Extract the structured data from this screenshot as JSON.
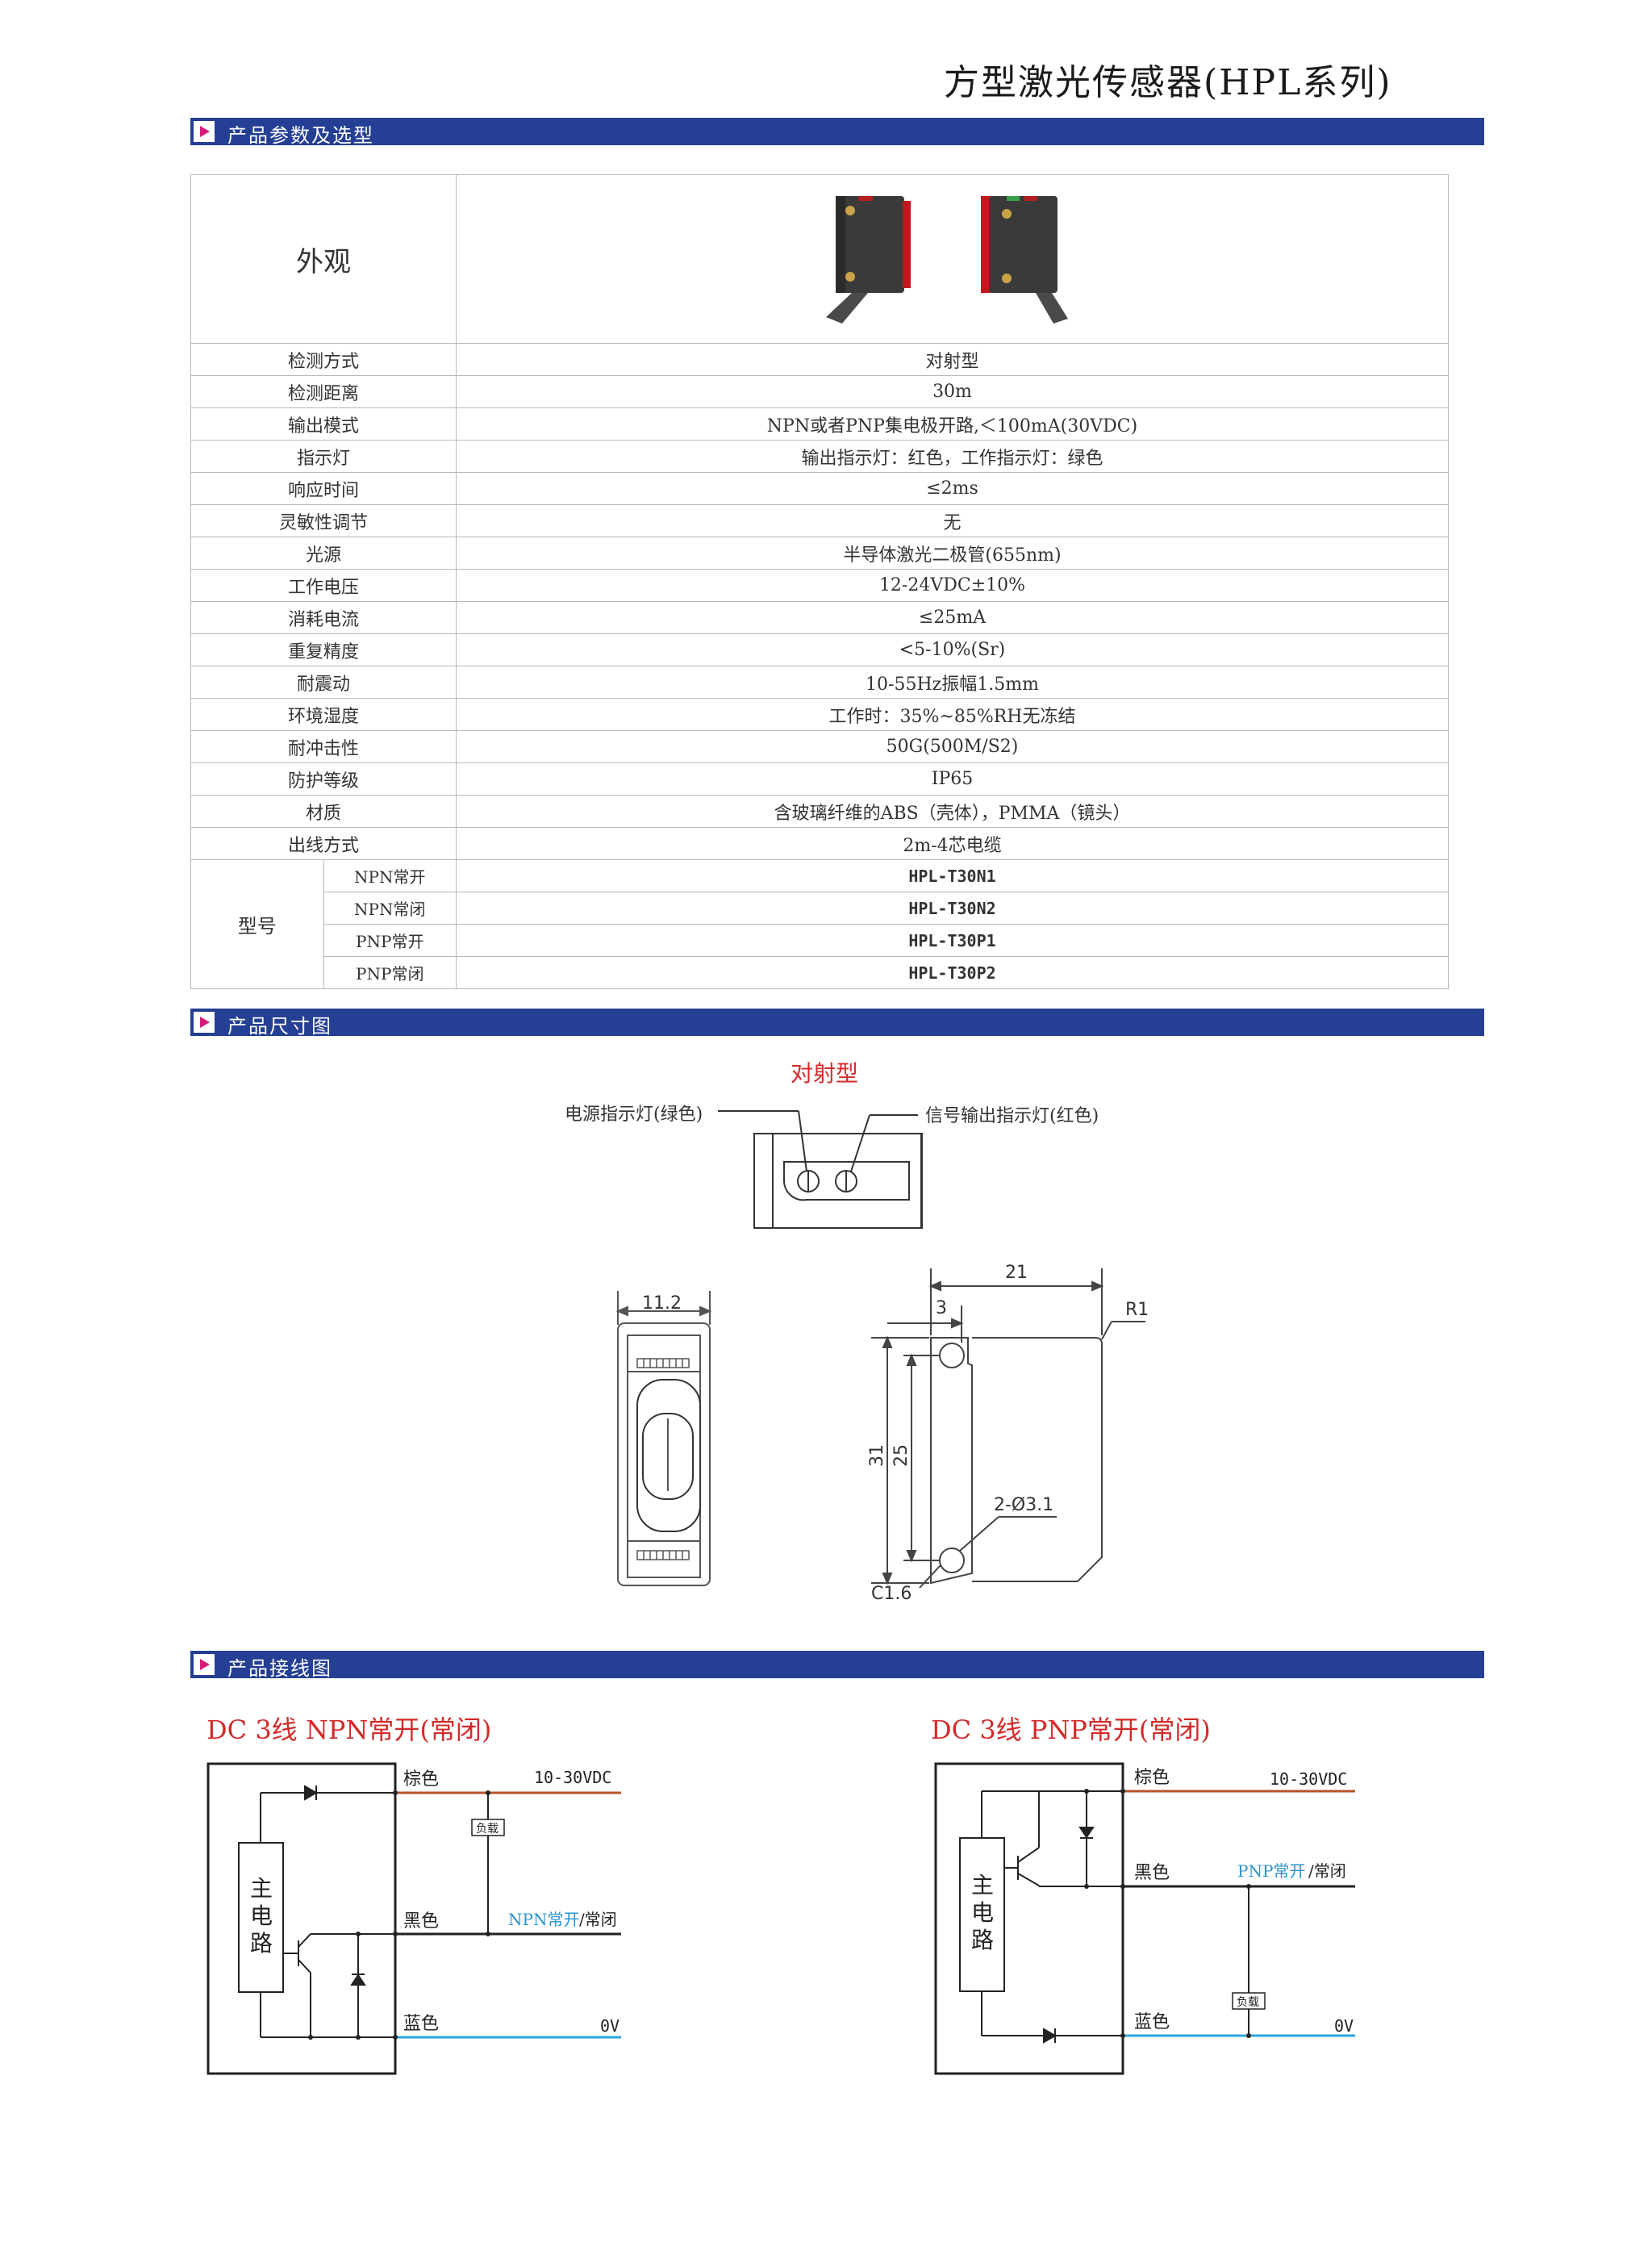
{
  "header": {
    "title": "方型激光传感器(HPL系列)"
  },
  "sections": {
    "params": "产品参数及选型",
    "dims": "产品尺寸图",
    "wiring": "产品接线图"
  },
  "spec_table": {
    "appearance_label": "外观",
    "rows": [
      {
        "label": "检测方式",
        "value": "对射型"
      },
      {
        "label": "检测距离",
        "value": "30m"
      },
      {
        "label": "输出模式",
        "value": "NPN或者PNP集电极开路,＜100mA(30VDC)"
      },
      {
        "label": "指示灯",
        "value": "输出指示灯：红色，工作指示灯：绿色"
      },
      {
        "label": "响应时间",
        "value": "≤2ms"
      },
      {
        "label": "灵敏性调节",
        "value": "无"
      },
      {
        "label": "光源",
        "value": "半导体激光二极管(655nm)"
      },
      {
        "label": "工作电压",
        "value": "12-24VDC±10%"
      },
      {
        "label": "消耗电流",
        "value": "≤25mA"
      },
      {
        "label": "重复精度",
        "value": "<5-10%(Sr)"
      },
      {
        "label": "耐震动",
        "value": "10-55Hz振幅1.5mm"
      },
      {
        "label": "环境湿度",
        "value": "工作时：35%~85%RH无冻结"
      },
      {
        "label": "耐冲击性",
        "value": "50G(500M/S2)"
      },
      {
        "label": "防护等级",
        "value": "IP65"
      },
      {
        "label": "材质",
        "value": "含玻璃纤维的ABS（壳体），PMMA（镜头）"
      },
      {
        "label": "出线方式",
        "value": "2m-4芯电缆"
      }
    ],
    "model_label": "型号",
    "models": [
      {
        "type": "NPN常开",
        "code": "HPL-T30N1"
      },
      {
        "type": "NPN常闭",
        "code": "HPL-T30N2"
      },
      {
        "type": "PNP常开",
        "code": "HPL-T30P1"
      },
      {
        "type": "PNP常闭",
        "code": "HPL-T30P2"
      }
    ]
  },
  "dimension": {
    "title": "对射型",
    "power_led": "电源指示灯(绿色)",
    "signal_led": "信号输出指示灯(红色)",
    "width": "11.2",
    "dim_21": "21",
    "dim_3": "3",
    "dim_r1": "R1",
    "dim_31": "31",
    "dim_25": "25",
    "hole": "2-Ø3.1",
    "chamfer": "C1.6"
  },
  "wiring": {
    "npn": {
      "title": "DC 3线 NPN常开(常闭)",
      "main_circuit": [
        "主",
        "电",
        "路"
      ],
      "brown": "棕色",
      "black": "黑色",
      "blue": "蓝色",
      "supply": "10-30VDC",
      "out_type": "NPN常开",
      "out_suffix": "/常闭",
      "zero": "0V",
      "load": "负载"
    },
    "pnp": {
      "title": "DC 3线 PNP常开(常闭)",
      "main_circuit": [
        "主",
        "电",
        "路"
      ],
      "brown": "棕色",
      "black": "黑色",
      "blue": "蓝色",
      "supply": "10-30VDC",
      "out_type": "PNP常开",
      "out_suffix": "/常闭",
      "zero": "0V",
      "load": "负载"
    }
  },
  "colors": {
    "section_bar": "#243f93",
    "marker": "#d81b7a",
    "title_red": "#d42a2a",
    "brown_wire": "#b5552a",
    "blue_wire": "#2aa6dc",
    "out_label_blue": "#2a92cf"
  }
}
